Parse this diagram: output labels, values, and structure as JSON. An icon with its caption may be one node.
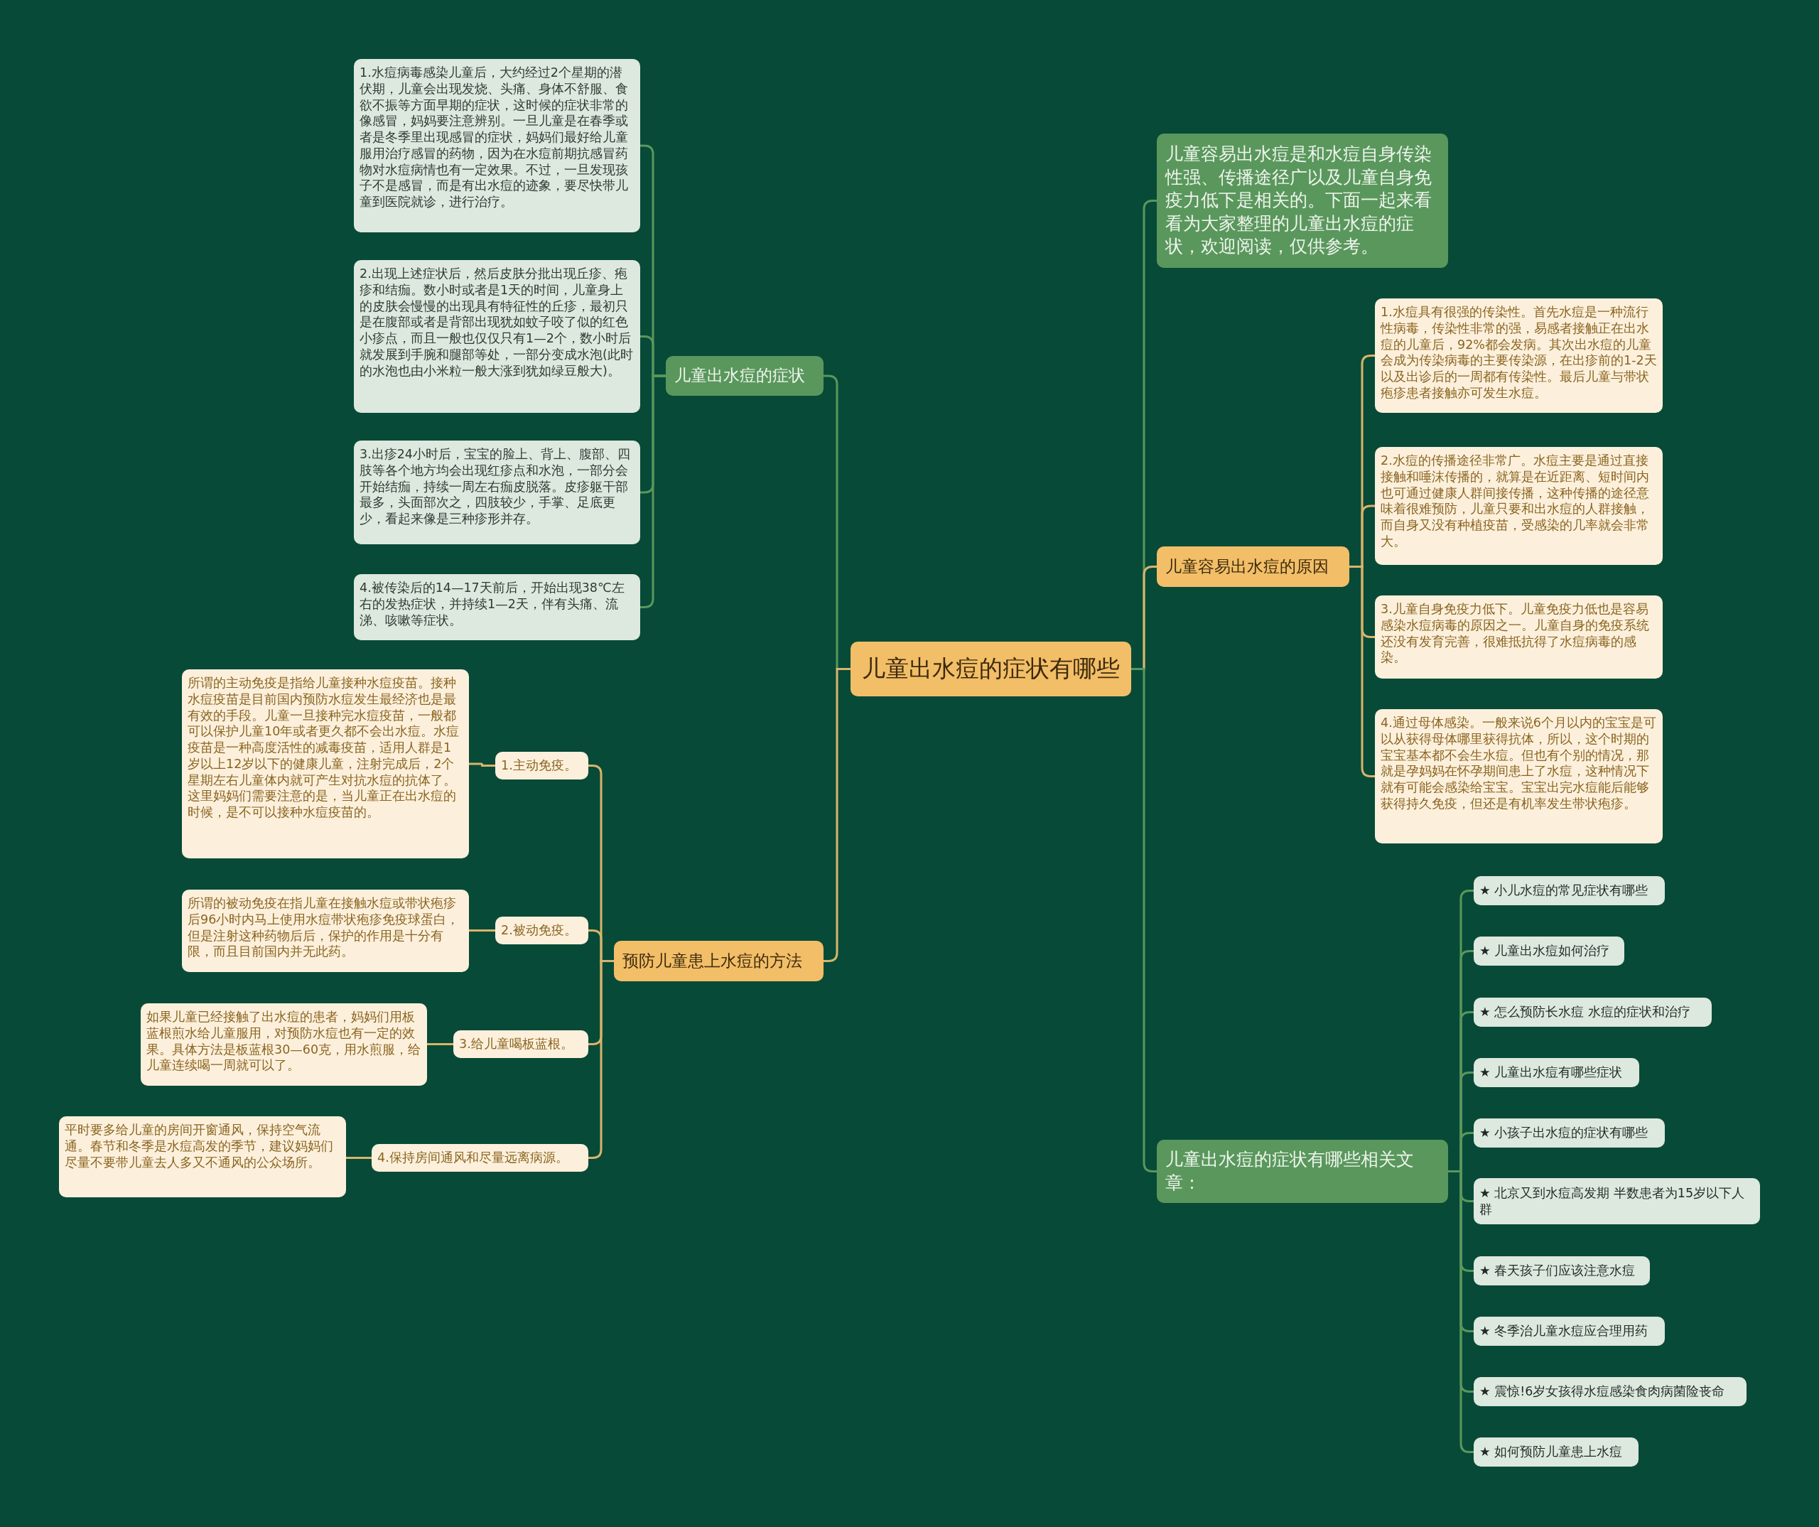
{
  "diagram": {
    "nodes": [
      {
        "text": [
          "儿童出水痘的症状有哪些"
        ]
      },
      {
        "text": [
          "儿童出水痘的症状"
        ]
      },
      {
        "text": [
          "1.水痘病毒感染儿童后，大约经过2个星期的潜伏期，儿童会出现发烧、头痛、身体不舒服、食欲不振等方面早期的症状，这时候的症状非常的像感冒，妈妈要注意辨别。一旦儿童是在春季或者是冬季里出现感冒的症状，妈妈们最好给儿童服用治疗感冒的药物，因为在水痘前期抗感冒药物对水痘病情也有一定效果。不过，一旦发现孩子不是感冒，而是有出水痘的迹象，要尽快带儿童到医院就诊，进行治疗。"
        ]
      },
      {
        "text": [
          "2.出现上述症状后，然后皮肤分批出现丘疹、疱疹和结痂。数小时或者是1天的时间，儿童身上的皮肤会慢慢的出现具有特征性的丘疹，最初只是在腹部或者是背部出现犹如蚊子咬了似的红色小疹点，而且一般也仅仅只有1—2个，数小时后就发展到手腕和腿部等处，一部分变成水泡(此时的水泡也由小米粒一般大涨到犹如绿豆般大)。"
        ]
      },
      {
        "text": [
          "3.出疹24小时后，宝宝的脸上、背上、腹部、四肢等各个地方均会出现红疹点和水泡，一部分会开始结痂，持续一周左右痂皮脱落。皮疹躯干部最多，头面部次之，四肢较少，手掌、足底更少，看起来像是三种疹形并存。"
        ]
      },
      {
        "text": [
          "4.被传染后的14—17天前后，开始出现38℃左右的发热症状，并持续1—2天，伴有头痛、流涕、咳嗽等症状。"
        ]
      },
      {
        "text": [
          "预防儿童患上水痘的方法"
        ]
      },
      {
        "text": [
          "1.主动免疫。"
        ]
      },
      {
        "text": [
          "所谓的主动免疫是指给儿童接种水痘疫苗。接种水痘疫苗是目前国内预防水痘发生最经济也是最有效的手段。儿童一旦接种完水痘疫苗，一般都可以保护儿童10年或者更久都不会出水痘。水痘疫苗是一种高度活性的减毒疫苗，适用人群是1岁以上12岁以下的健康儿童，注射完成后，2个星期左右儿童体内就可产生对抗水痘的抗体了。这里妈妈们需要注意的是，当儿童正在出水痘的时候，是不可以接种水痘疫苗的。"
        ]
      },
      {
        "text": [
          "2.被动免疫。"
        ]
      },
      {
        "text": [
          "所谓的被动免疫在指儿童在接触水痘或带状疱疹后96小时内马上使用水痘带状疱疹免疫球蛋白，但是注射这种药物后后，保护的作用是十分有限，而且目前国内并无此药。"
        ]
      },
      {
        "text": [
          "3.给儿童喝板蓝根。"
        ]
      },
      {
        "text": [
          "如果儿童已经接触了出水痘的患者，妈妈们用板蓝根煎水给儿童服用，对预防水痘也有一定的效果。具体方法是板蓝根30—60克，用水煎服，给儿童连续喝一周就可以了。"
        ]
      },
      {
        "text": [
          "4.保持房间通风和尽量远离病源。"
        ]
      },
      {
        "text": [
          "平时要多给儿童的房间开窗通风，保持空气流通。春节和冬季是水痘高发的季节，建议妈妈们尽量不要带儿童去人多又不通风的公众场所。"
        ]
      },
      {
        "text": [
          "儿童容易出水痘是和水痘自身传染性强、传播途径广以及儿童自身免疫力低下是相关的。下面一起来看看为大家整理的儿童出水痘的症状，欢迎阅读，仅供参考。"
        ]
      },
      {
        "text": [
          "儿童容易出水痘的原因"
        ]
      },
      {
        "text": [
          "1.水痘具有很强的传染性。首先水痘是一种流行性病毒，传染性非常的强，易感者接触正在出水痘的儿童后，92%都会发病。其次出水痘的儿童会成为传染病毒的主要传染源，在出疹前的1-2天以及出诊后的一周都有传染性。最后儿童与带状疱疹患者接触亦可发生水痘。"
        ]
      },
      {
        "text": [
          "2.水痘的传播途径非常广。水痘主要是通过直接接触和唾沫传播的，就算是在近距离、短时间内也可通过健康人群间接传播，这种传播的途径意味着很难预防，儿童只要和出水痘的人群接触，而自身又没有种植疫苗，受感染的几率就会非常大。"
        ]
      },
      {
        "text": [
          "3.儿童自身免疫力低下。儿童免疫力低也是容易感染水痘病毒的原因之一。儿童自身的免疫系统还没有发育完善，很难抵抗得了水痘病毒的感染。"
        ]
      },
      {
        "text": [
          "4.通过母体感染。一般来说6个月以内的宝宝是可以从获得母体哪里获得抗体，所以，这个时期的宝宝基本都不会生水痘。但也有个别的情况，那就是孕妈妈在怀孕期间患上了水痘，这种情况下就有可能会感染给宝宝。宝宝出完水痘能后能够获得持久免疫，但还是有机率发生带状疱疹。"
        ]
      },
      {
        "text": [
          "儿童出水痘的症状有哪些相关文章："
        ]
      },
      {
        "text": [
          "★ 小儿水痘的常见症状有哪些"
        ]
      },
      {
        "text": [
          "★ 儿童出水痘如何治疗"
        ]
      },
      {
        "text": [
          "★ 怎么预防长水痘 水痘的症状和治疗"
        ]
      },
      {
        "text": [
          "★ 儿童出水痘有哪些症状"
        ]
      },
      {
        "text": [
          "★ 小孩子出水痘的症状有哪些"
        ]
      },
      {
        "text": [
          "★ 北京又到水痘高发期 半数患者为15岁以下人群"
        ]
      },
      {
        "text": [
          "★ 春天孩子们应该注意水痘"
        ]
      },
      {
        "text": [
          "★ 冬季治儿童水痘应合理用药"
        ]
      },
      {
        "text": [
          "★ 震惊!6岁女孩得水痘感染食肉病菌险丧命"
        ]
      },
      {
        "text": [
          "★ 如何预防儿童患上水痘"
        ]
      }
    ],
    "edges": [
      {
        "from": 0,
        "to": 1,
        "arrow": "none"
      },
      {
        "from": 1,
        "to": 2,
        "arrow": "none"
      },
      {
        "from": 1,
        "to": 3,
        "arrow": "none"
      },
      {
        "from": 1,
        "to": 4,
        "arrow": "none"
      },
      {
        "from": 1,
        "to": 5,
        "arrow": "none"
      },
      {
        "from": 0,
        "to": 6,
        "arrow": "none",
        "color": "#d9b46c"
      },
      {
        "from": 6,
        "to": 7,
        "arrow": "none",
        "color": "#d9b46c"
      },
      {
        "from": 7,
        "to": 8,
        "arrow": "none",
        "color": "#d9b46c"
      },
      {
        "from": 6,
        "to": 9,
        "arrow": "none",
        "color": "#d9b46c"
      },
      {
        "from": 9,
        "to": 10,
        "arrow": "none",
        "color": "#d9b46c"
      },
      {
        "from": 6,
        "to": 11,
        "arrow": "none",
        "color": "#d9b46c"
      },
      {
        "from": 11,
        "to": 12,
        "arrow": "none",
        "color": "#d9b46c"
      },
      {
        "from": 6,
        "to": 13,
        "arrow": "none",
        "color": "#d9b46c"
      },
      {
        "from": 13,
        "to": 14,
        "arrow": "none",
        "color": "#d9b46c"
      },
      {
        "from": 0,
        "to": 15,
        "arrow": "none"
      },
      {
        "from": 0,
        "to": 16,
        "arrow": "none",
        "color": "#d9b46c"
      },
      {
        "from": 16,
        "to": 17,
        "arrow": "none",
        "color": "#d9b46c"
      },
      {
        "from": 16,
        "to": 18,
        "arrow": "none",
        "color": "#d9b46c"
      },
      {
        "from": 16,
        "to": 19,
        "arrow": "none",
        "color": "#d9b46c"
      },
      {
        "from": 16,
        "to": 20,
        "arrow": "none",
        "color": "#d9b46c"
      },
      {
        "from": 0,
        "to": 21,
        "arrow": "none"
      },
      {
        "from": 21,
        "to": 22,
        "arrow": "none"
      },
      {
        "from": 21,
        "to": 23,
        "arrow": "none"
      },
      {
        "from": 21,
        "to": 24,
        "arrow": "none"
      },
      {
        "from": 21,
        "to": 25,
        "arrow": "none"
      },
      {
        "from": 21,
        "to": 26,
        "arrow": "none"
      },
      {
        "from": 21,
        "to": 27,
        "arrow": "none"
      },
      {
        "from": 21,
        "to": 28,
        "arrow": "none"
      },
      {
        "from": 21,
        "to": 29,
        "arrow": "none"
      },
      {
        "from": 21,
        "to": 30,
        "arrow": "none"
      },
      {
        "from": 21,
        "to": 31,
        "arrow": "none"
      }
    ]
  }
}
